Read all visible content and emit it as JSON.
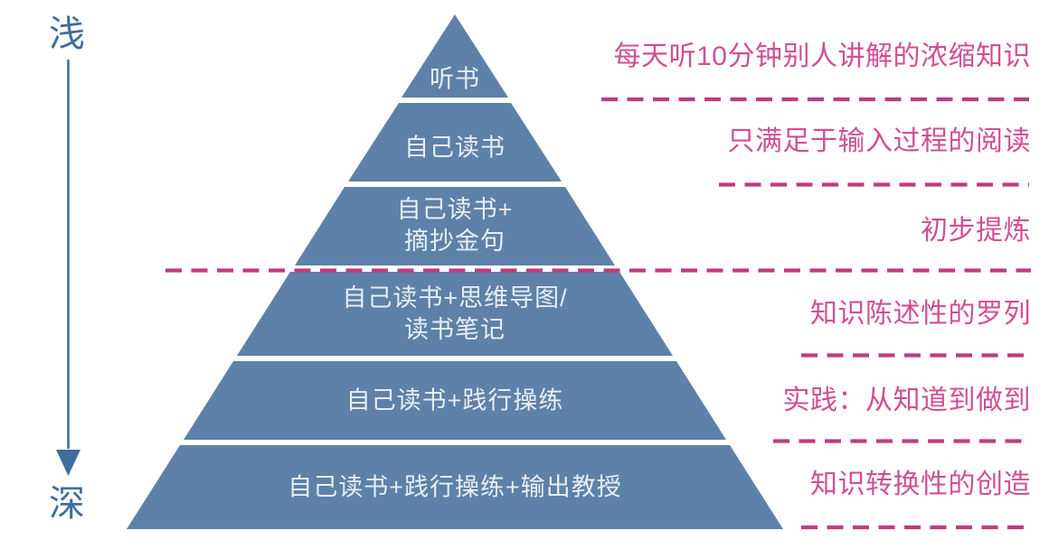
{
  "depth_axis": {
    "top_label": "浅",
    "bottom_label": "深"
  },
  "pyramid": {
    "levels": [
      {
        "lines": [
          "听书"
        ]
      },
      {
        "lines": [
          "自己读书"
        ]
      },
      {
        "lines": [
          "自己读书+",
          "摘抄金句"
        ]
      },
      {
        "lines": [
          "自己读书+思维导图/",
          "读书笔记"
        ]
      },
      {
        "lines": [
          "自己读书+践行操练"
        ]
      },
      {
        "lines": [
          "自己读书+践行操练+输出教授"
        ]
      }
    ]
  },
  "annotations": [
    {
      "text": "每天听10分钟别人讲解的浓缩知识"
    },
    {
      "text": "只满足于输入过程的阅读"
    },
    {
      "text": "初步提炼"
    },
    {
      "text": "知识陈述性的罗列"
    },
    {
      "text": "实践：从知道到做到"
    },
    {
      "text": "知识转换性的创造"
    }
  ],
  "colors": {
    "pyramid_blue": "#5d81a8",
    "axis_blue": "#3f6d9e",
    "level_text": "#e9eef4",
    "annotation_pink": "#d04f92",
    "dash_pink": "#c23a7e"
  }
}
